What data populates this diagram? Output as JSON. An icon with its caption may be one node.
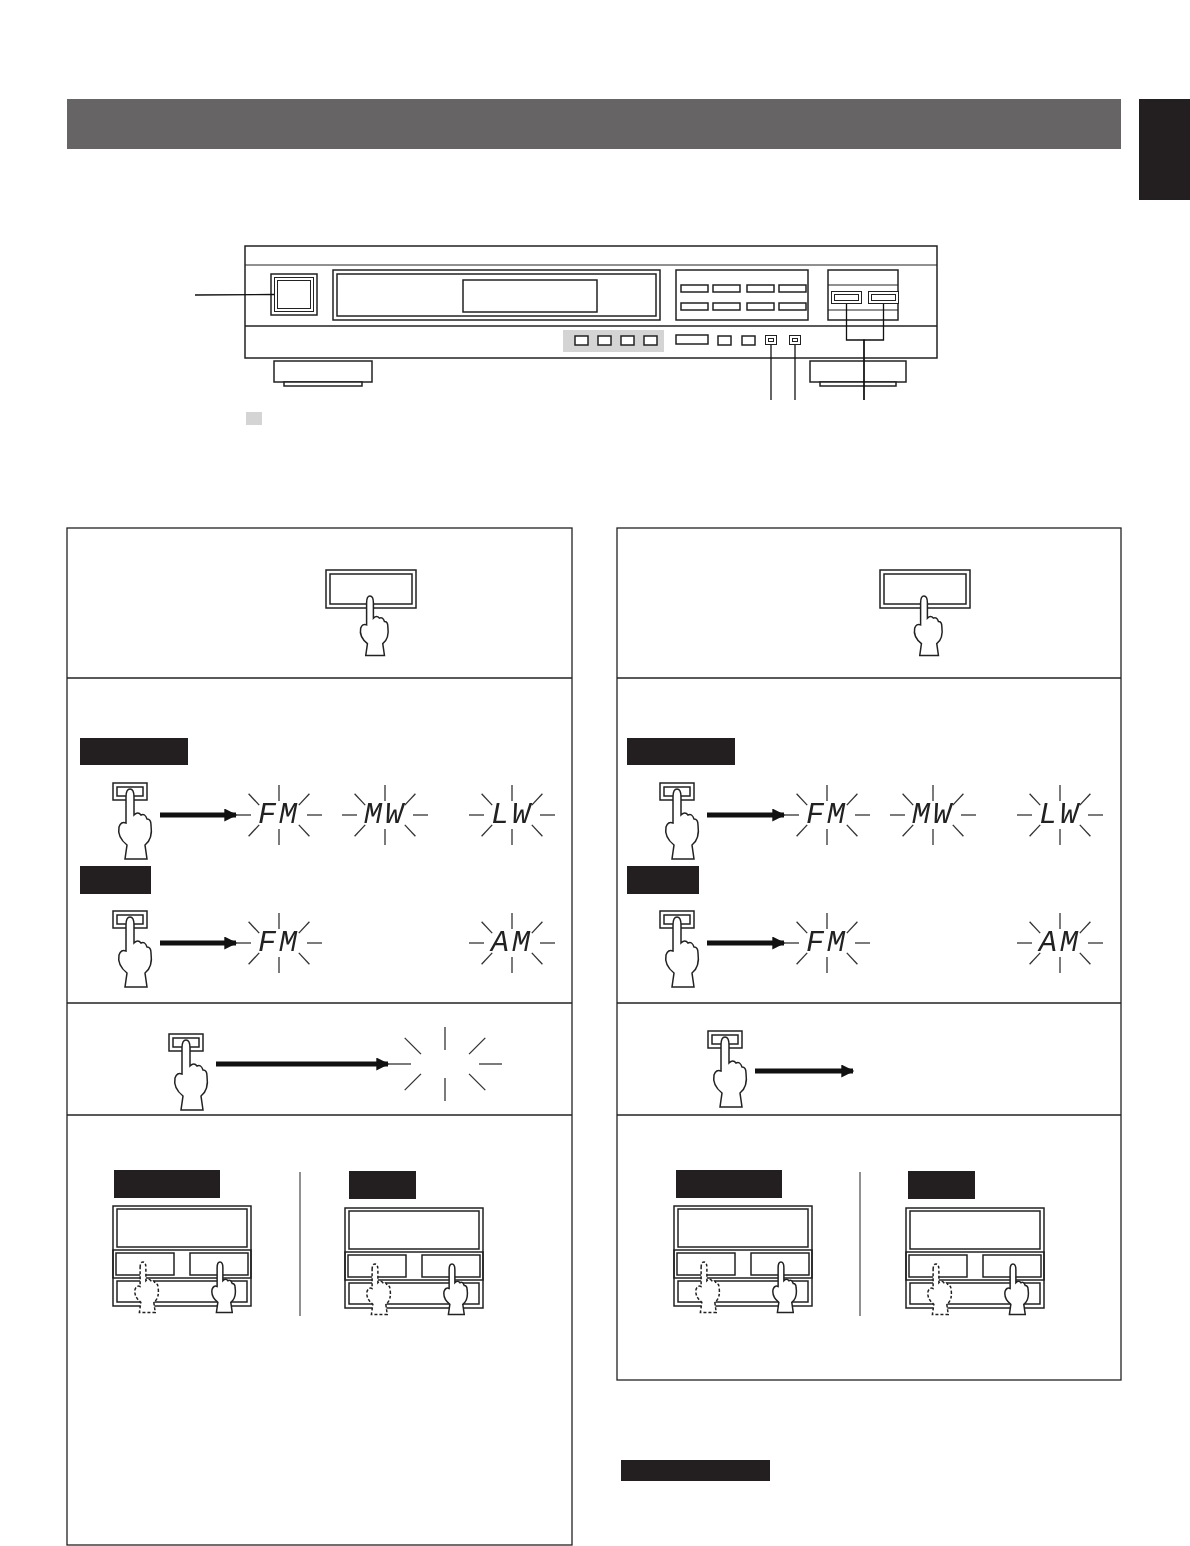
{
  "diagram": {
    "nodes": [
      {
        "text": [],
        "shape": "box"
      },
      {
        "text": [],
        "shape": "box"
      },
      {
        "text": [],
        "shape": "box"
      },
      {
        "text": [],
        "shape": "box"
      },
      {
        "text": [],
        "shape": "box"
      },
      {
        "text": [],
        "shape": "hand"
      },
      {
        "text": [
          "FM"
        ]
      },
      {
        "text": [
          "MW"
        ]
      },
      {
        "text": [
          "LW"
        ]
      },
      {
        "text": [],
        "shape": "hand"
      },
      {
        "text": [
          "FM"
        ]
      },
      {
        "text": [
          "AM"
        ]
      },
      {
        "text": [],
        "shape": "hand"
      },
      {
        "text": [],
        "shape": "burst"
      },
      {
        "text": [],
        "shape": "hand"
      },
      {
        "text": [
          "FM"
        ]
      },
      {
        "text": [
          "MW"
        ]
      },
      {
        "text": [
          "LW"
        ]
      },
      {
        "text": [],
        "shape": "hand"
      },
      {
        "text": [
          "FM"
        ]
      },
      {
        "text": [
          "AM"
        ]
      },
      {
        "text": [],
        "shape": "hand"
      },
      {
        "text": [],
        "shape": "bar"
      },
      {
        "text": [],
        "shape": "bar"
      },
      {
        "text": [],
        "shape": "bar"
      },
      {
        "text": [],
        "shape": "bar"
      },
      {
        "text": [],
        "shape": "bar"
      },
      {
        "text": [],
        "shape": "bar"
      },
      {
        "text": [],
        "shape": "bar"
      },
      {
        "text": [],
        "shape": "bar"
      },
      {
        "text": [],
        "shape": "bar"
      },
      {
        "text": [],
        "shape": "bar"
      }
    ],
    "edges": [
      {
        "from": 0,
        "to": null,
        "arrow": "none"
      },
      {
        "from": 1,
        "to": null,
        "arrow": "none"
      },
      {
        "from": 2,
        "to": null,
        "arrow": "none"
      },
      {
        "from": 3,
        "to": null,
        "arrow": "none"
      },
      {
        "from": 4,
        "to": null,
        "arrow": "none"
      },
      {
        "from": 5,
        "to": 6,
        "arrow": "to"
      },
      {
        "from": 9,
        "to": 10,
        "arrow": "to"
      },
      {
        "from": 12,
        "to": 13,
        "arrow": "to"
      },
      {
        "from": 14,
        "to": 15,
        "arrow": "to"
      },
      {
        "from": 18,
        "to": 19,
        "arrow": "to"
      },
      {
        "from": 21,
        "to": null,
        "arrow": "to"
      }
    ]
  }
}
